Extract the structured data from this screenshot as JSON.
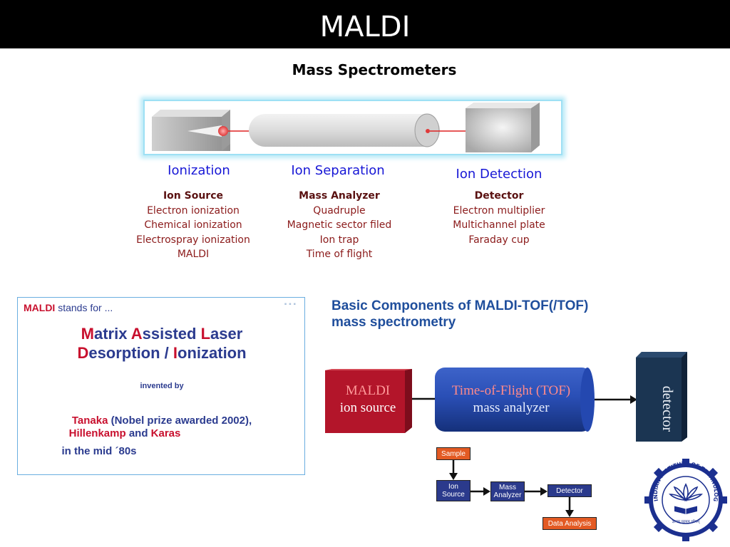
{
  "header": {
    "title": "MALDI"
  },
  "subtitle": "Mass Spectrometers",
  "stages": {
    "ionization": "Ionization",
    "separation": "Ion Separation",
    "detection": "Ion Detection"
  },
  "columns": {
    "ion_source": {
      "head": "Ion Source",
      "items": [
        "Electron ionization",
        "Chemical ionization",
        "Electrospray ionization",
        "MALDI"
      ]
    },
    "mass_analyzer": {
      "head": "Mass Analyzer",
      "items": [
        "Quadruple",
        "Magnetic sector filed",
        "Ion trap",
        "Time of flight"
      ]
    },
    "detector": {
      "head": "Detector",
      "items": [
        "Electron multiplier",
        "Multichannel plate",
        "Faraday cup"
      ]
    }
  },
  "maldi_box": {
    "stands_maldi": "MALDI",
    "stands_rest": "stands for ...",
    "line1": {
      "m": "M",
      "atrix": "atrix ",
      "a": "A",
      "ssisted": "ssisted ",
      "l": "L",
      "aser": "aser"
    },
    "line2": {
      "d": "D",
      "esorption": "esorption / ",
      "i": "I",
      "onization": "onization"
    },
    "invented_by": "invented by",
    "tanaka": "Tanaka",
    "tanaka_rest": " (Nobel prize awarded 2002),",
    "hillenkamp": "Hillenkamp",
    "and": " and ",
    "karas": "Karas",
    "mid80s": "in the mid ´80s"
  },
  "basic_components": {
    "title_line1": "Basic Components of MALDI-TOF(/TOF)",
    "title_line2": "mass spectrometry",
    "source_title": "MALDI",
    "source_sub": "ion source",
    "tof_title": "Time-of-Flight (TOF)",
    "tof_sub": "mass analyzer",
    "detector": "detector"
  },
  "flowchart": {
    "sample": "Sample",
    "ion_source_1": "Ion",
    "ion_source_2": "Source",
    "mass_analyzer_1": "Mass",
    "mass_analyzer_2": "Analyzer",
    "detector": "Detector",
    "data_analysis": "Data Analysis"
  },
  "logo": {
    "ring_text": "INDIAN INSTITUTE OF TECHNOLOGY BOMBAY",
    "motto": "ज्ञानम् परमम् ध्येयम्"
  },
  "colors": {
    "stage_blue": "#1717d6",
    "column_red": "#8b1a1a",
    "maldi_red": "#b3152a",
    "tof_blue": "#2348b0",
    "detector_navy": "#1b3552"
  }
}
